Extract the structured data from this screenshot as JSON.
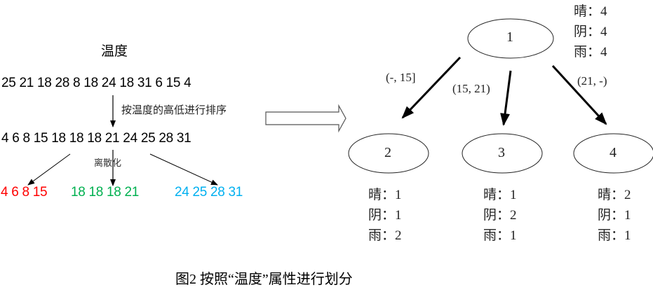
{
  "left_panel": {
    "title": "温度",
    "raw_sequence": "25 21 18 28 8 18 24 18 31 6 15 4",
    "sort_step_label": "按温度的高低进行排序",
    "sorted_sequence": "4 6 8 15 18 18 18 21 24 25 28 31",
    "discretize_label": "离散化",
    "bins": [
      {
        "values": "4 6 8 15",
        "color": "#ff0000"
      },
      {
        "values": "18 18 18 21",
        "color": "#00b050"
      },
      {
        "values": "24 25 28 31",
        "color": "#00b0f0"
      }
    ]
  },
  "tree": {
    "root": {
      "id": "1",
      "counts": [
        {
          "label": "晴：",
          "value": "4"
        },
        {
          "label": "阴：",
          "value": "4"
        },
        {
          "label": "雨：",
          "value": "4"
        }
      ]
    },
    "edges": [
      {
        "label": "(-, 15]"
      },
      {
        "label": "(15, 21)"
      },
      {
        "label": "(21, -)"
      }
    ],
    "children": [
      {
        "id": "2",
        "counts": [
          {
            "label": "晴：",
            "value": "1"
          },
          {
            "label": "阴：",
            "value": "1"
          },
          {
            "label": "雨：",
            "value": "2"
          }
        ]
      },
      {
        "id": "3",
        "counts": [
          {
            "label": "晴：",
            "value": "1"
          },
          {
            "label": "阴：",
            "value": "2"
          },
          {
            "label": "雨：",
            "value": "1"
          }
        ]
      },
      {
        "id": "4",
        "counts": [
          {
            "label": "晴：",
            "value": "2"
          },
          {
            "label": "阴：",
            "value": "1"
          },
          {
            "label": "雨：",
            "value": "1"
          }
        ]
      }
    ]
  },
  "caption": "图2  按照“温度”属性进行划分"
}
